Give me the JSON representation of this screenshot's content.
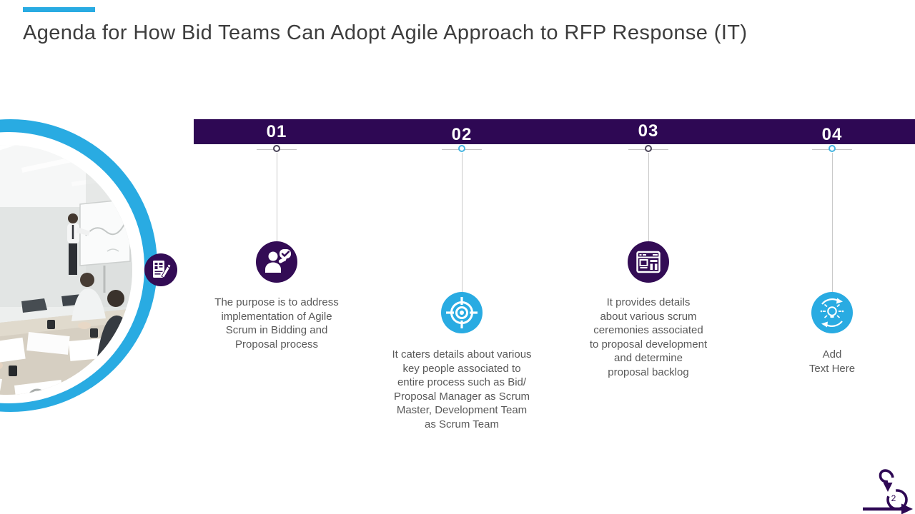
{
  "slide": {
    "title": "Agenda for How Bid Teams Can Adopt Agile Approach to RFP Response (IT)",
    "page_number": "2"
  },
  "colors": {
    "accent_cyan": "#29ABE2",
    "dark_purple": "#2E0854",
    "icon_purple": "#330C55",
    "body_text_gray": "#595959"
  },
  "agenda_items": [
    {
      "number": "01",
      "icon": "person-approve-icon",
      "description": "The purpose is to address\nimplementation of Agile\nScrum in Bidding and\nProposal process"
    },
    {
      "number": "02",
      "icon": "target-icon",
      "description": "It caters details about various\nkey people associated to\nentire process such as Bid/\nProposal Manager as Scrum\nMaster, Development Team\nas Scrum Team"
    },
    {
      "number": "03",
      "icon": "newspaper-icon",
      "description": "It provides details\nabout various scrum\nceremonies associated\nto proposal development\nand determine\nproposal backlog"
    },
    {
      "number": "04",
      "icon": "innovation-icon",
      "description": "Add\nText Here"
    }
  ]
}
